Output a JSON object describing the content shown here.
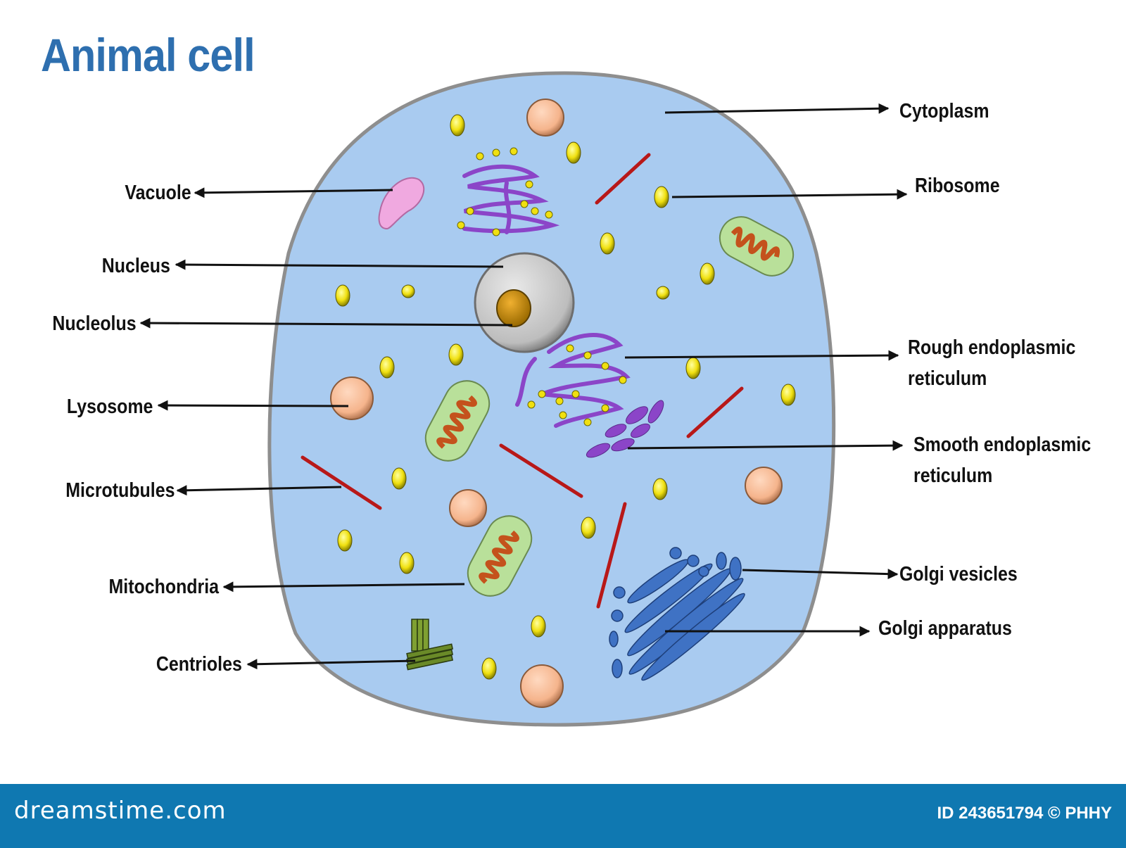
{
  "title": "Animal cell",
  "labels": {
    "cytoplasm": "Cytoplasm",
    "ribosome": "Ribosome",
    "rough_er": [
      "Rough endoplasmic",
      "reticulum"
    ],
    "smooth_er": [
      "Smooth endoplasmic",
      "reticulum"
    ],
    "golgi_vesicles": "Golgi vesicles",
    "golgi_apparatus": "Golgi apparatus",
    "vacuole": "Vacuole",
    "nucleus": "Nucleus",
    "nucleolus": "Nucleolus",
    "lysosome": "Lysosome",
    "microtubules": "Microtubules",
    "mitochondria": "Mitochondria",
    "centrioles": "Centrioles"
  },
  "footer": {
    "brand": "dreamstime.com",
    "stock_id": "ID 243651794 © PHHY"
  },
  "colors": {
    "title": "#2e6faf",
    "cytoplasm": "#a9cbf0",
    "membrane": "#9a9a9a",
    "ribosome": "#f4ea1c",
    "lysosome": "#f7b993",
    "mitochondria": "#b9e09a",
    "mito_cristae": "#c4521c",
    "endoplasmic_reticulum": "#8b45c8",
    "microtubule": "#b81818",
    "golgi": "#3f72c4",
    "vacuole": "#f0a9e0",
    "footer": "#0f78b1"
  }
}
